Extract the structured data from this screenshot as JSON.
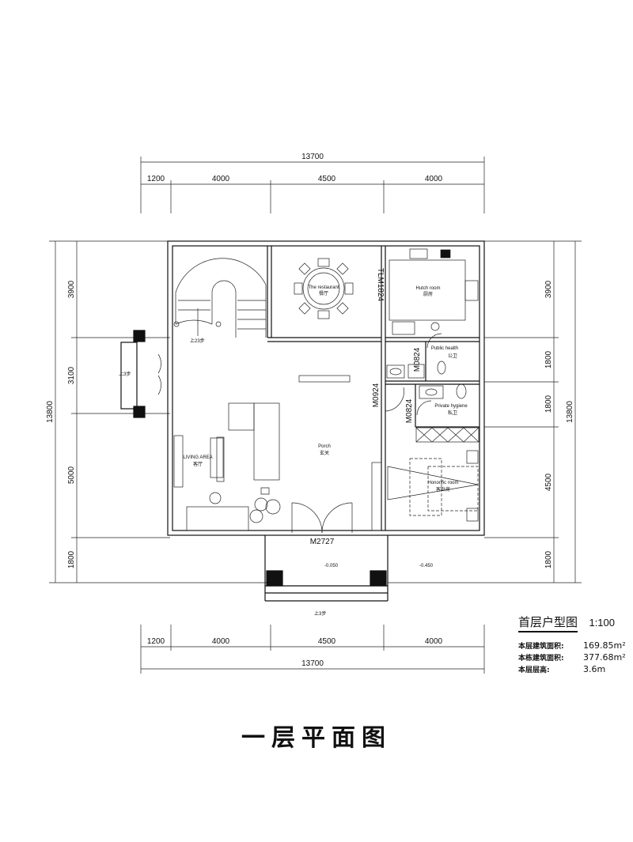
{
  "dimensions": {
    "top_total": "13700",
    "top_segments": [
      "1200",
      "4000",
      "4500",
      "4000"
    ],
    "bottom_total": "13700",
    "bottom_segments": [
      "1200",
      "4000",
      "4500",
      "4000"
    ],
    "left_total": "13800",
    "left_segments": [
      "3900",
      "3100",
      "5000",
      "1800"
    ],
    "right_total": "13800",
    "right_segments": [
      "3900",
      "1800",
      "1800",
      "4500",
      "1800"
    ]
  },
  "rooms": {
    "restaurant_en": "The restaurant",
    "restaurant_cn": "餐厅",
    "kitchen_en": "Hutch room",
    "kitchen_cn": "厨房",
    "public_bath_en": "Public health",
    "public_bath_cn": "公卫",
    "private_bath_en": "Private hygiene",
    "private_bath_cn": "私卫",
    "living_en": "LIVING AREA",
    "living_cn": "客厅",
    "porch_en": "Porch",
    "porch_cn": "玄关",
    "bedroom_en": "Honorific room",
    "bedroom_cn": "客卧房"
  },
  "labels": {
    "stairs_up": "上23步",
    "side_steps": "上3步",
    "front_steps": "上3步",
    "window_tlm": "TLM1824",
    "door_m0824_a": "M0824",
    "door_m0924": "M0924",
    "door_m0824_b": "M0824",
    "door_main": "M2727",
    "elev_porch": "-0.050",
    "elev_outside": "-0.450"
  },
  "info": {
    "title": "首层户型图",
    "scale": "1:100",
    "floor_area_label": "本层建筑面积:",
    "floor_area_value": "169.85m²",
    "building_area_label": "本栋建筑面积:",
    "building_area_value": "377.68m²",
    "floor_height_label": "本层层高:",
    "floor_height_value": "3.6m"
  },
  "page_title": "一层平面图"
}
